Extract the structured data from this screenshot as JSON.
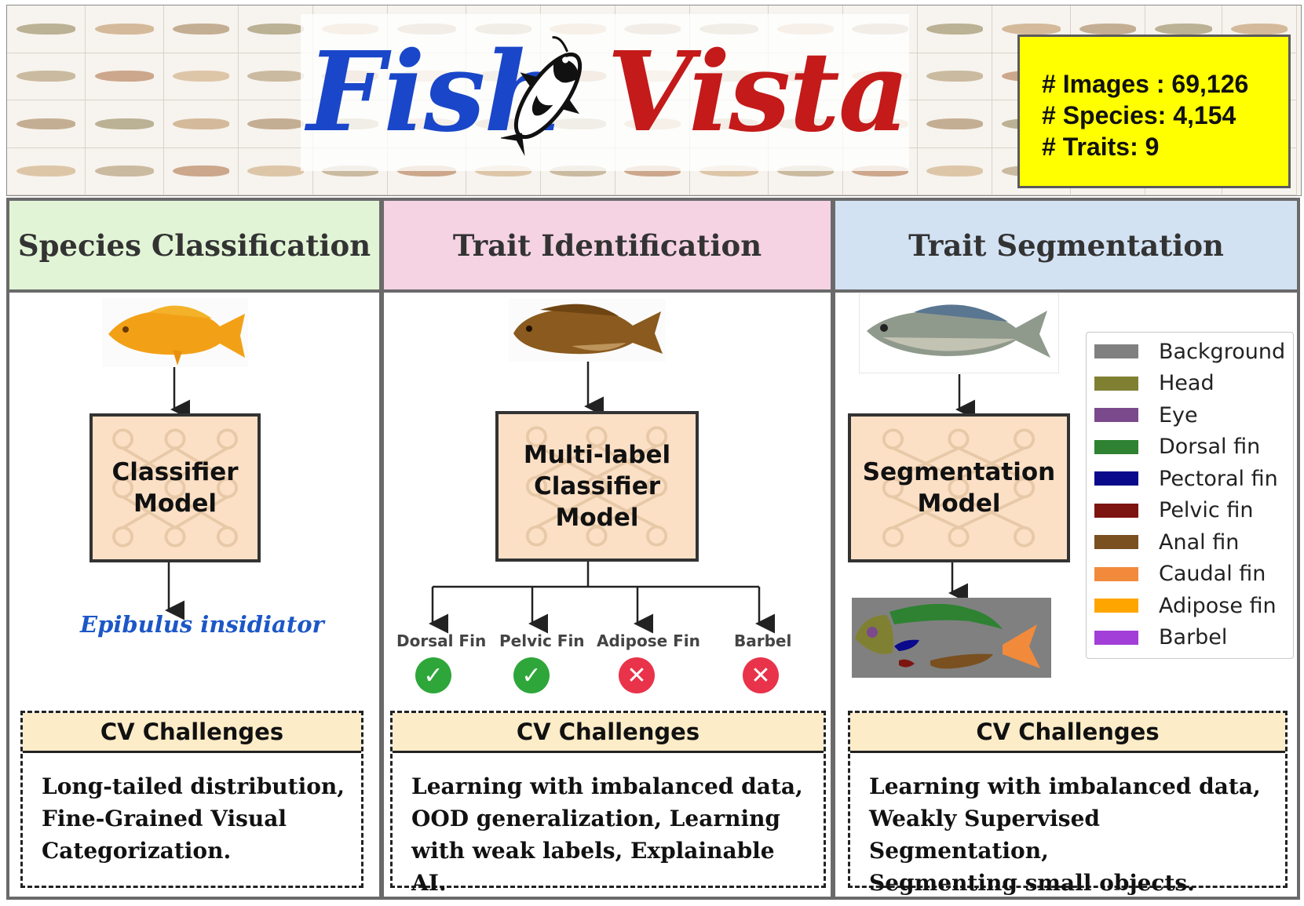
{
  "title": {
    "word1": "Fish",
    "word2": "Vista",
    "word1_color": "#1a47c9",
    "word2_color": "#c41a1a"
  },
  "stats": [
    "# Images : 69,126",
    "# Species: 4,154",
    "# Traits: 9"
  ],
  "stats_bg": "#ffff00",
  "tasks": [
    {
      "name": "Species Classification",
      "header_bg": "#e2f4d6"
    },
    {
      "name": "Trait Identification",
      "header_bg": "#f5d3e3"
    },
    {
      "name": "Trait Segmentation",
      "header_bg": "#d3e2f3"
    }
  ],
  "species_panel": {
    "model_lines": [
      "Classifier",
      "Model"
    ],
    "output_species": "Epibulus insidiator"
  },
  "trait_panel": {
    "model_lines": [
      "Multi-label",
      "Classifier",
      "Model"
    ],
    "traits": [
      {
        "label": "Dorsal Fin",
        "present": true
      },
      {
        "label": "Pelvic Fin",
        "present": true
      },
      {
        "label": "Adipose Fin",
        "present": false
      },
      {
        "label": "Barbel",
        "present": false
      }
    ]
  },
  "seg_panel": {
    "model_lines": [
      "Segmentation",
      "Model"
    ],
    "legend": [
      {
        "label": "Background",
        "color": "#808080"
      },
      {
        "label": "Head",
        "color": "#808033"
      },
      {
        "label": "Eye",
        "color": "#7b4a8c"
      },
      {
        "label": "Dorsal fin",
        "color": "#2e8232"
      },
      {
        "label": "Pectoral fin",
        "color": "#0a0a8a"
      },
      {
        "label": "Pelvic fin",
        "color": "#7d1410"
      },
      {
        "label": "Anal fin",
        "color": "#7a5020"
      },
      {
        "label": "Caudal fin",
        "color": "#f28a3c"
      },
      {
        "label": "Adipose fin",
        "color": "#ffa500"
      },
      {
        "label": "Barbel",
        "color": "#a23fd8"
      }
    ]
  },
  "challenges": {
    "heading": "CV Challenges",
    "species": [
      "Long-tailed distribution,",
      "Fine-Grained Visual",
      "Categorization."
    ],
    "trait": [
      "Learning with imbalanced data,",
      "OOD generalization, Learning",
      "with weak labels, Explainable AI."
    ],
    "seg": [
      "Learning with imbalanced data,",
      "Weakly Supervised Segmentation,",
      "Segmenting small objects."
    ]
  }
}
